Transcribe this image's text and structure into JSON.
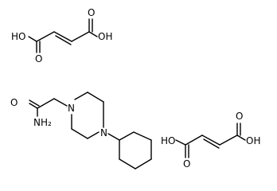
{
  "diagram": {
    "molecules": [
      {
        "id": "fumaric-acid-top",
        "atom_labels": {
          "oh_left": "HO",
          "o_left": "O",
          "oh_right": "OH",
          "o_right": "O"
        }
      },
      {
        "id": "cyclohexylpiperazine-acetamide",
        "atom_labels": {
          "o_amide": "O",
          "nh2": "NH₂",
          "n1": "N",
          "n2": "N"
        }
      },
      {
        "id": "fumaric-acid-bottom",
        "atom_labels": {
          "oh_left": "HO",
          "o_left": "O",
          "oh_right": "OH",
          "o_right": "O"
        }
      }
    ]
  }
}
